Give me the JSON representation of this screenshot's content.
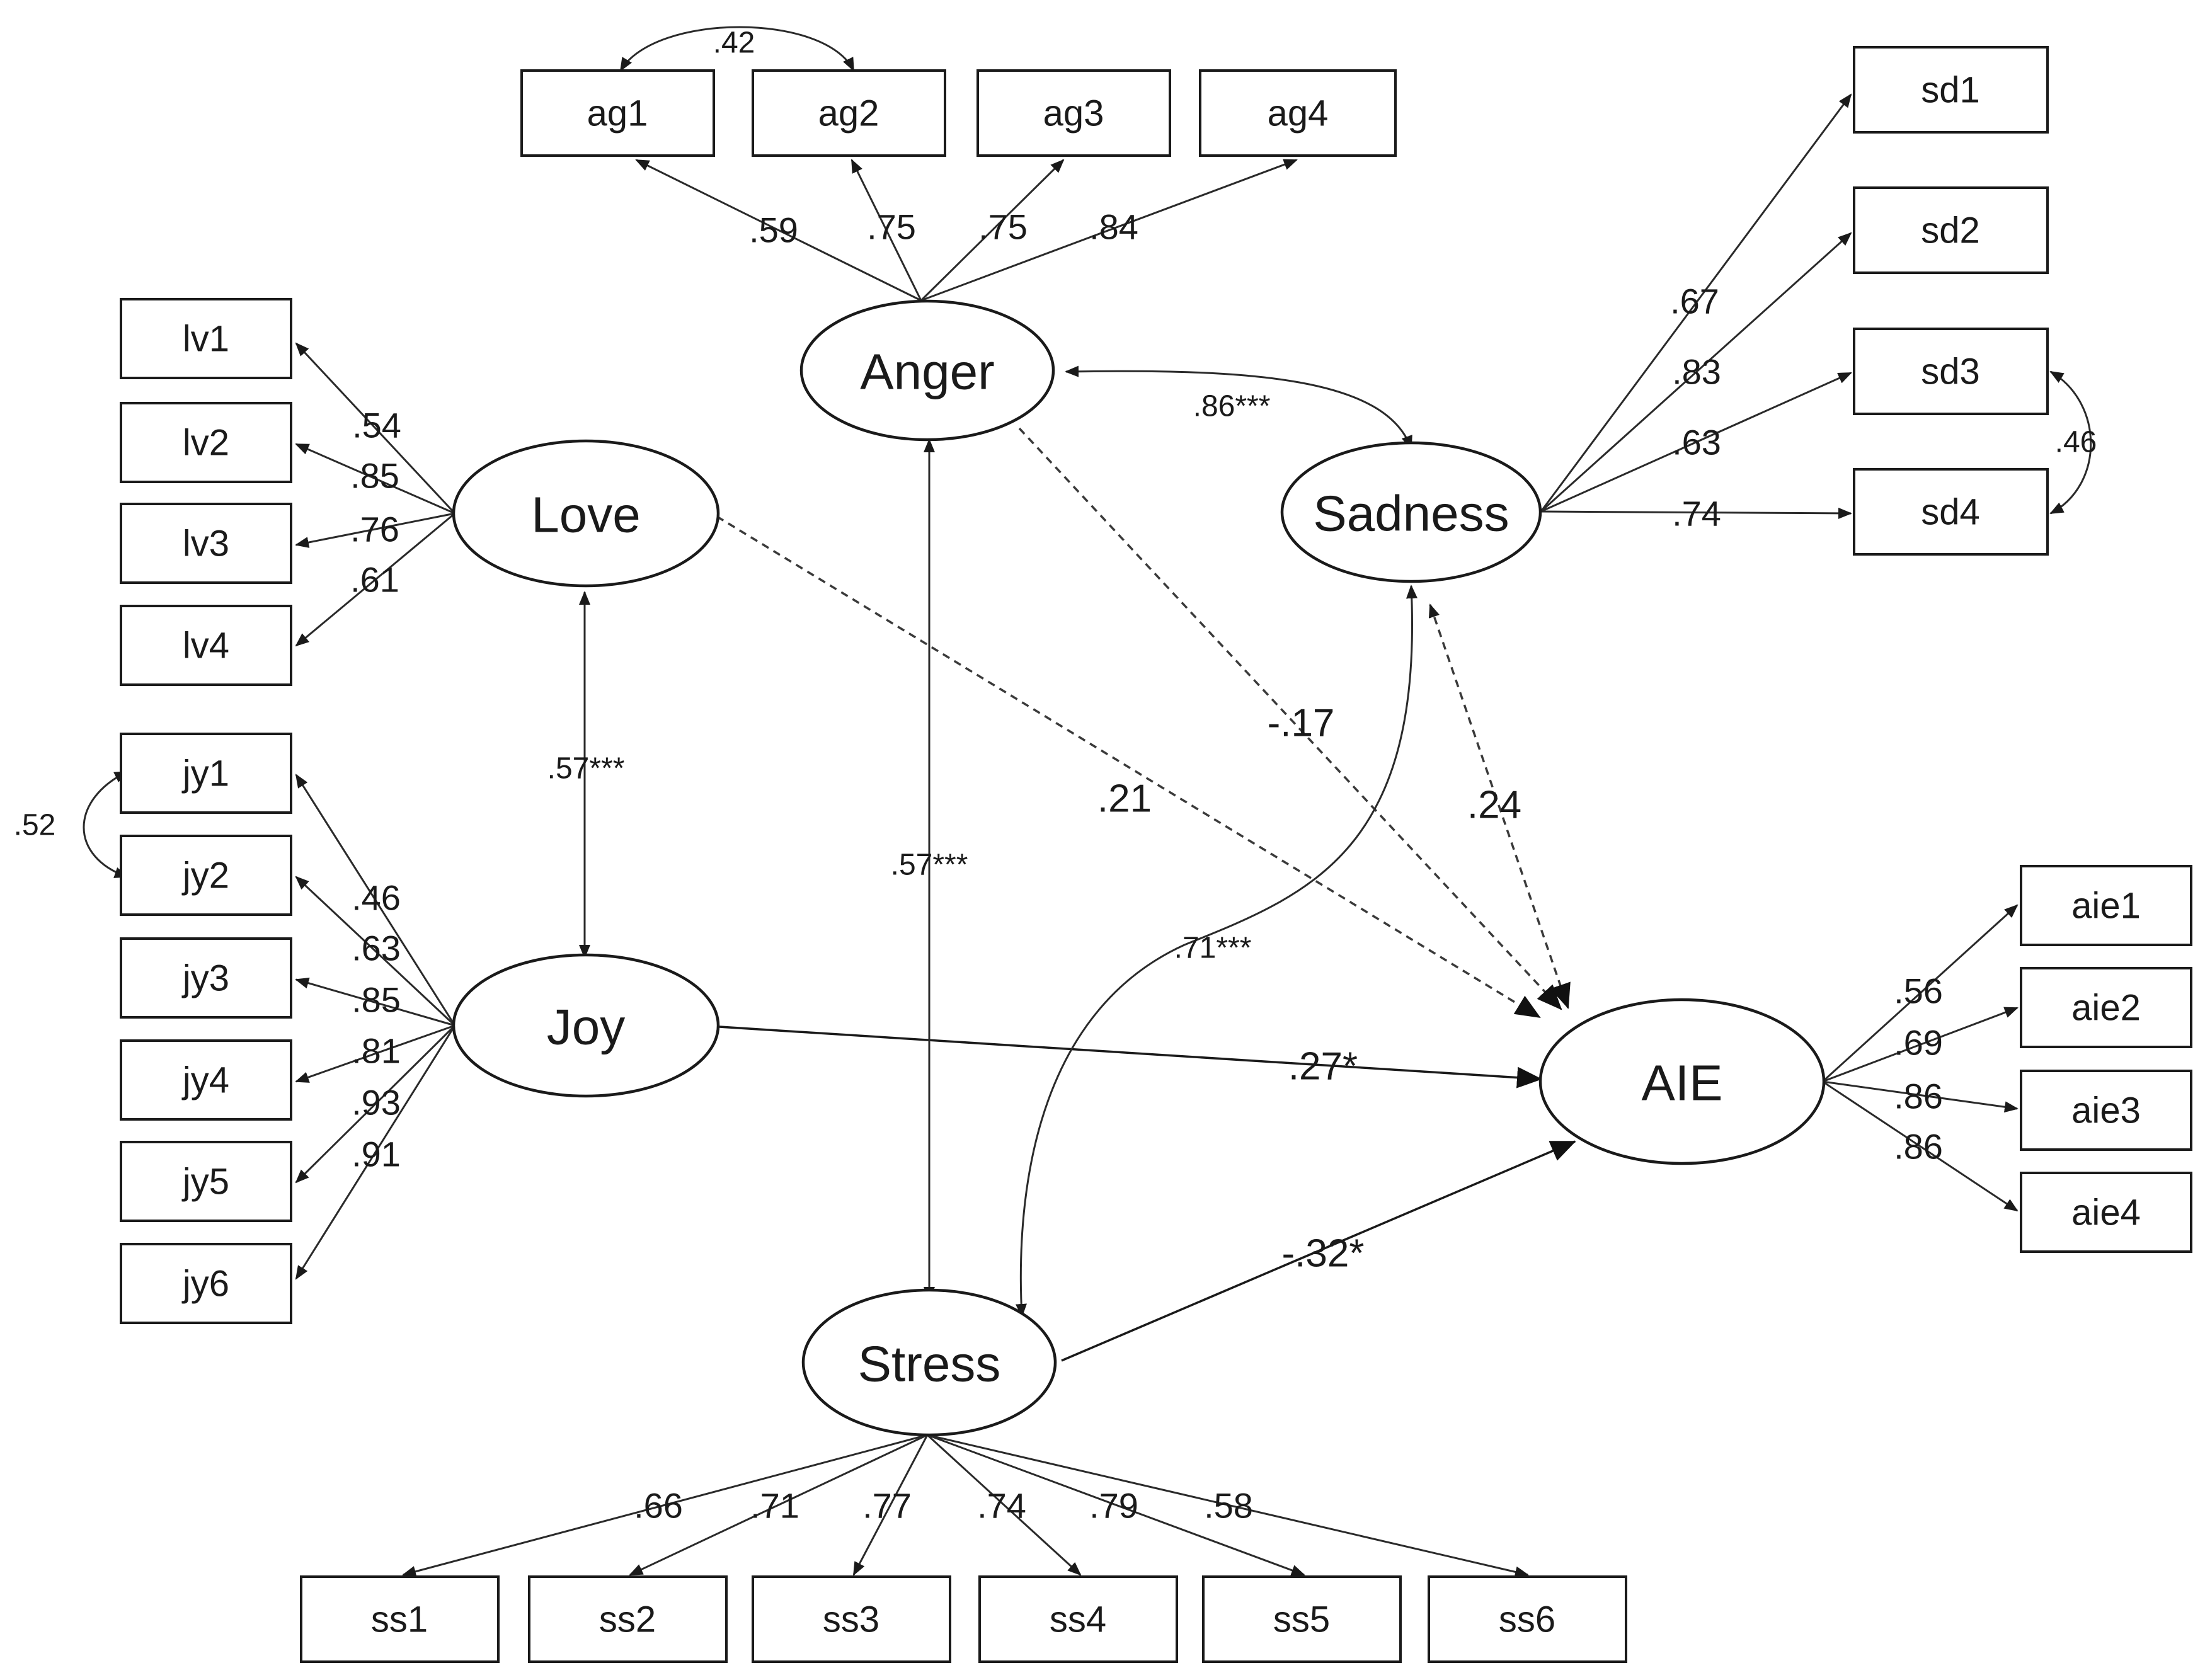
{
  "latents": {
    "anger": "Anger",
    "sadness": "Sadness",
    "love": "Love",
    "joy": "Joy",
    "stress": "Stress",
    "aie": "AIE"
  },
  "indicators": {
    "anger": [
      "ag1",
      "ag2",
      "ag3",
      "ag4"
    ],
    "sadness": [
      "sd1",
      "sd2",
      "sd3",
      "sd4"
    ],
    "love": [
      "lv1",
      "lv2",
      "lv3",
      "lv4"
    ],
    "joy": [
      "jy1",
      "jy2",
      "jy3",
      "jy4",
      "jy5",
      "jy6"
    ],
    "aie": [
      "aie1",
      "aie2",
      "aie3",
      "aie4"
    ],
    "stress": [
      "ss1",
      "ss2",
      "ss3",
      "ss4",
      "ss5",
      "ss6"
    ]
  },
  "loadings": {
    "anger": [
      ".59",
      ".75",
      ".75",
      ".84"
    ],
    "sadness": [
      ".67",
      ".83",
      ".63",
      ".74"
    ],
    "love": [
      ".54",
      ".85",
      ".76",
      ".61"
    ],
    "joy": [
      ".46",
      ".63",
      ".85",
      ".81",
      ".93",
      ".91"
    ],
    "aie": [
      ".56",
      ".69",
      ".86",
      ".86"
    ],
    "stress": [
      ".66",
      ".71",
      ".77",
      ".74",
      ".79",
      ".58"
    ]
  },
  "residual_correlations": {
    "ag1_ag2": ".42",
    "sd3_sd4": ".46",
    "jy1_jy2": ".52"
  },
  "factor_correlations": {
    "anger_sadness": ".86***",
    "love_joy": ".57***",
    "anger_stress": ".57***",
    "sadness_stress": ".71***"
  },
  "paths": {
    "love_aie": ".21",
    "anger_aie": "-.17",
    "sadness_aie": ".24",
    "joy_aie": ".27*",
    "stress_aie": "-.32*"
  }
}
